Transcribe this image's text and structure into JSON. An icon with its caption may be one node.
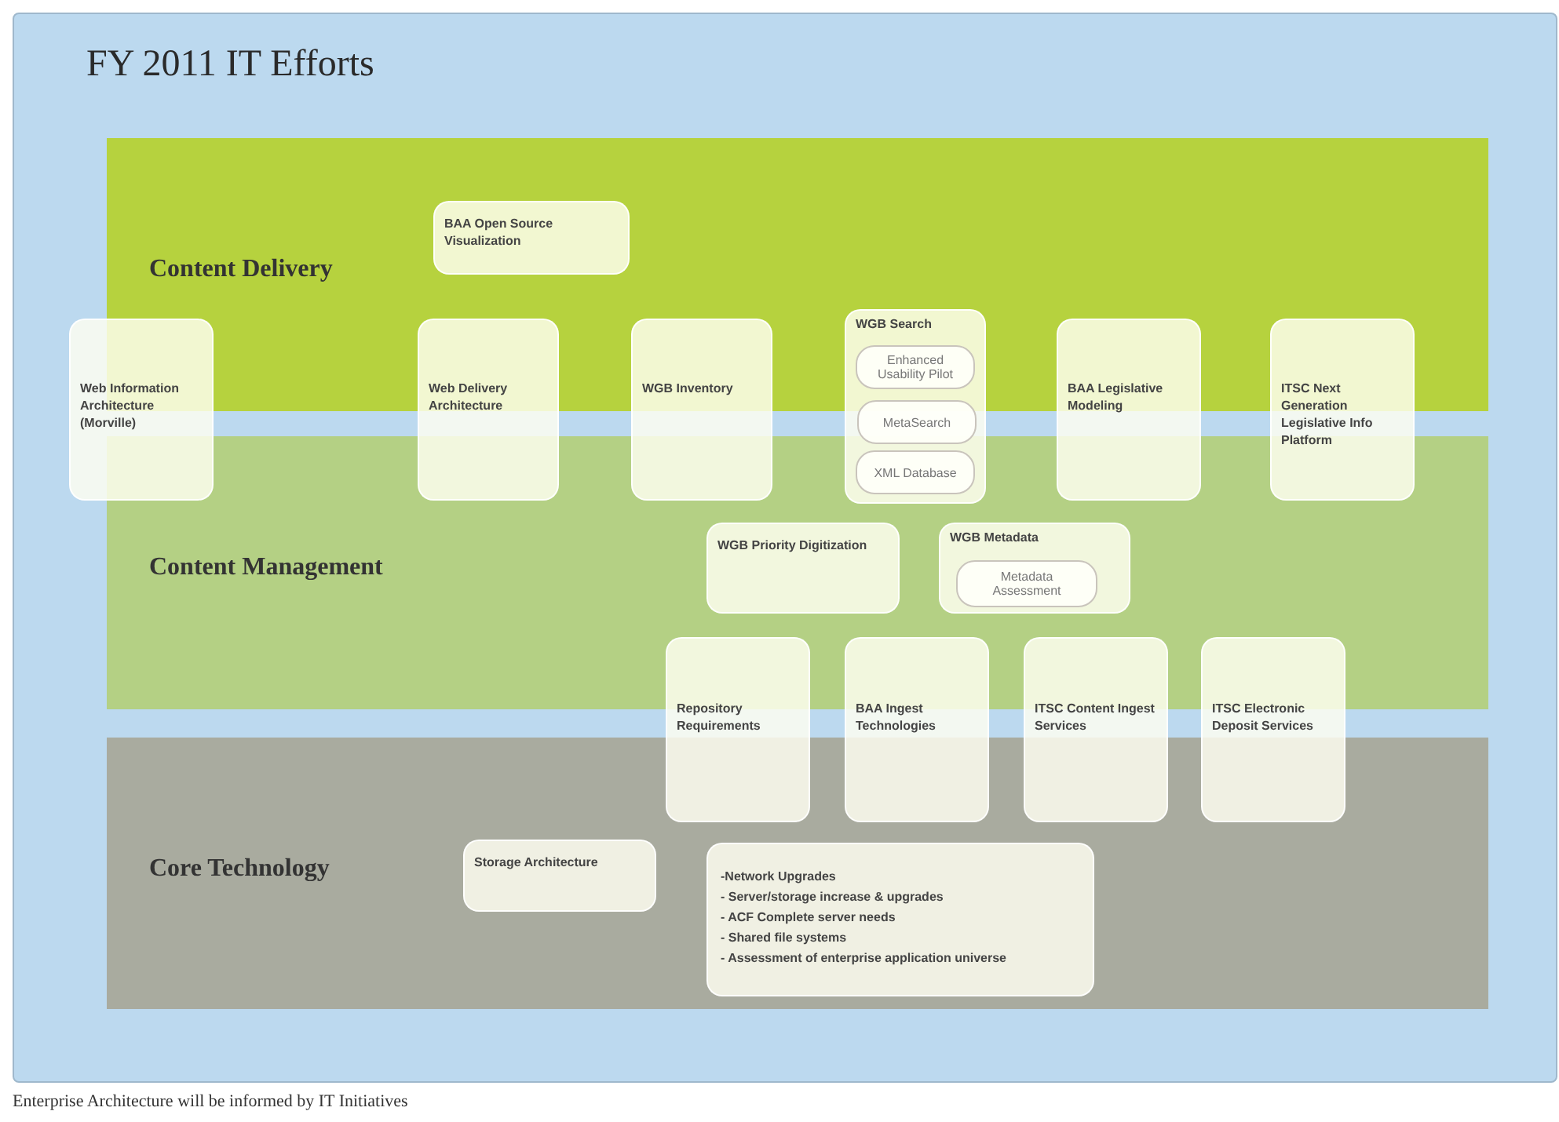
{
  "diagram": {
    "title": "FY 2011 IT Efforts",
    "caption": "Enterprise Architecture will be informed by IT Initiatives",
    "nodes": [
      {
        "text": [
          "Content Delivery"
        ]
      },
      {
        "text": [
          "BAA Open Source Visualization"
        ],
        "in": 0
      },
      {
        "text": [
          "Web Information Architecture (Morville)"
        ]
      },
      {
        "text": [
          "Web Delivery Architecture"
        ]
      },
      {
        "text": [
          "WGB Inventory"
        ]
      },
      {
        "text": [
          "WGB Search"
        ]
      },
      {
        "text": [
          "Enhanced Usability Pilot"
        ]
      },
      {
        "text": [
          "MetaSearch"
        ],
        "in": 5
      },
      {
        "text": [
          "XML Database"
        ]
      },
      {
        "text": [
          "BAA Legislative Modeling"
        ]
      },
      {
        "text": [
          "ITSC Next Generation Legislative Info Platform"
        ]
      },
      {
        "text": [
          "Content Management"
        ]
      },
      {
        "text": [
          "WGB Priority Digitization"
        ],
        "in": 11
      },
      {
        "text": [
          "WGB Metadata"
        ],
        "in": 11
      },
      {
        "text": [
          "Metadata Assessment"
        ],
        "in": 13
      },
      {
        "text": [
          "Repository Requirements"
        ]
      },
      {
        "text": [
          "BAA Ingest Technologies"
        ]
      },
      {
        "text": [
          "ITSC Content Ingest Services"
        ]
      },
      {
        "text": [
          "ITSC Electronic Deposit Services"
        ]
      },
      {
        "text": [
          "Core Technology"
        ]
      },
      {
        "text": [
          "Storage Architecture"
        ],
        "in": 19
      },
      {
        "text": [
          "-Network Upgrades",
          "- Server/storage increase & upgrades",
          "- ACF Complete server needs",
          "- Shared file systems",
          "- Assessment of enterprise application universe"
        ],
        "in": 19
      }
    ]
  }
}
